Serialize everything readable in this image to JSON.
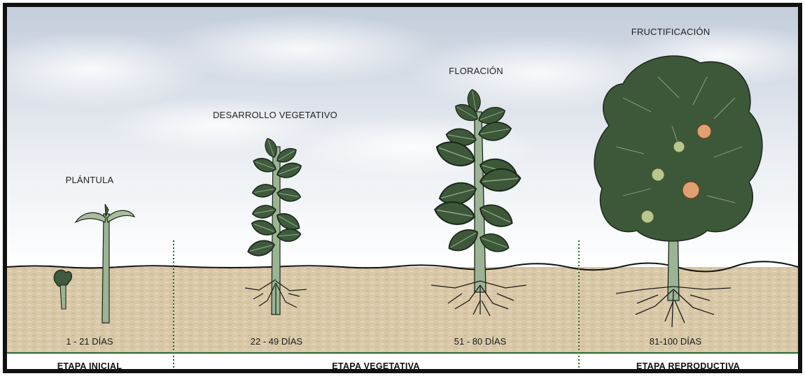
{
  "stages": [
    {
      "name": "PLÁNTULA",
      "days": "1 - 21 DÍAS"
    },
    {
      "name": "DESARROLLO VEGETATIVO",
      "days": "22 - 49 DÍAS"
    },
    {
      "name": "FLORACIÓN",
      "days": "51 - 80 DÍAS"
    },
    {
      "name": "FRUCTIFICACIÓN",
      "days": "81-100 DÍAS"
    }
  ],
  "phases": [
    "ETAPA INICIAL",
    "ETAPA VEGETATIVA",
    "ETAPA REPRODUCTIVA"
  ],
  "colors": {
    "sky_top": "#c9d3df",
    "sky_bottom": "#ffffff",
    "soil": "#d8c7a6",
    "foliage": "#3f5a3c",
    "stem": "#9cb495",
    "fruit": "#e0a072",
    "divider": "#1f6b2a"
  }
}
